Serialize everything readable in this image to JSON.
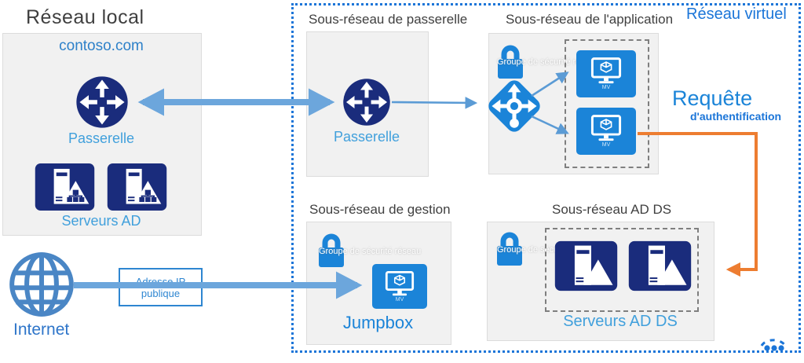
{
  "colors": {
    "navy": "#1a2c7c",
    "azure_blue": "#1b84d8",
    "arrow_blue": "#6ca6dc",
    "thin_arrow_blue": "#5b9bd5",
    "label_light_blue": "#41a0dc",
    "vnet_border_blue": "#1b75d8",
    "orange": "#ed7d31",
    "title_gray": "#3f3f3f",
    "box_gray": "#f1f1f1"
  },
  "local_network": {
    "title": "Réseau local",
    "domain": "contoso.com",
    "gateway_label": "Passerelle",
    "servers_label": "Serveurs AD"
  },
  "internet": {
    "label": "Internet",
    "public_ip_label": "Adresse IP publique"
  },
  "virtual_network": {
    "label": "Réseau virtuel",
    "gateway_subnet": {
      "title": "Sous-réseau de passerelle",
      "gateway_label": "Passerelle"
    },
    "application_subnet": {
      "title": "Sous-réseau de l'application",
      "nsg_label": "Groupe de sécurité réseau",
      "vm_labels": [
        "MV",
        "MV"
      ]
    },
    "management_subnet": {
      "title": "Sous-réseau de gestion",
      "nsg_label": "Groupe de sécurité réseau",
      "vm_label": "MV",
      "jumpbox_label": "Jumpbox"
    },
    "adds_subnet": {
      "title": "Sous-réseau AD DS",
      "nsg_label": "Groupe de sécurité réseau",
      "servers_label": "Serveurs AD DS"
    }
  },
  "annotations": {
    "auth_request_line1": "Requête",
    "auth_request_line2": "d'authentification"
  }
}
